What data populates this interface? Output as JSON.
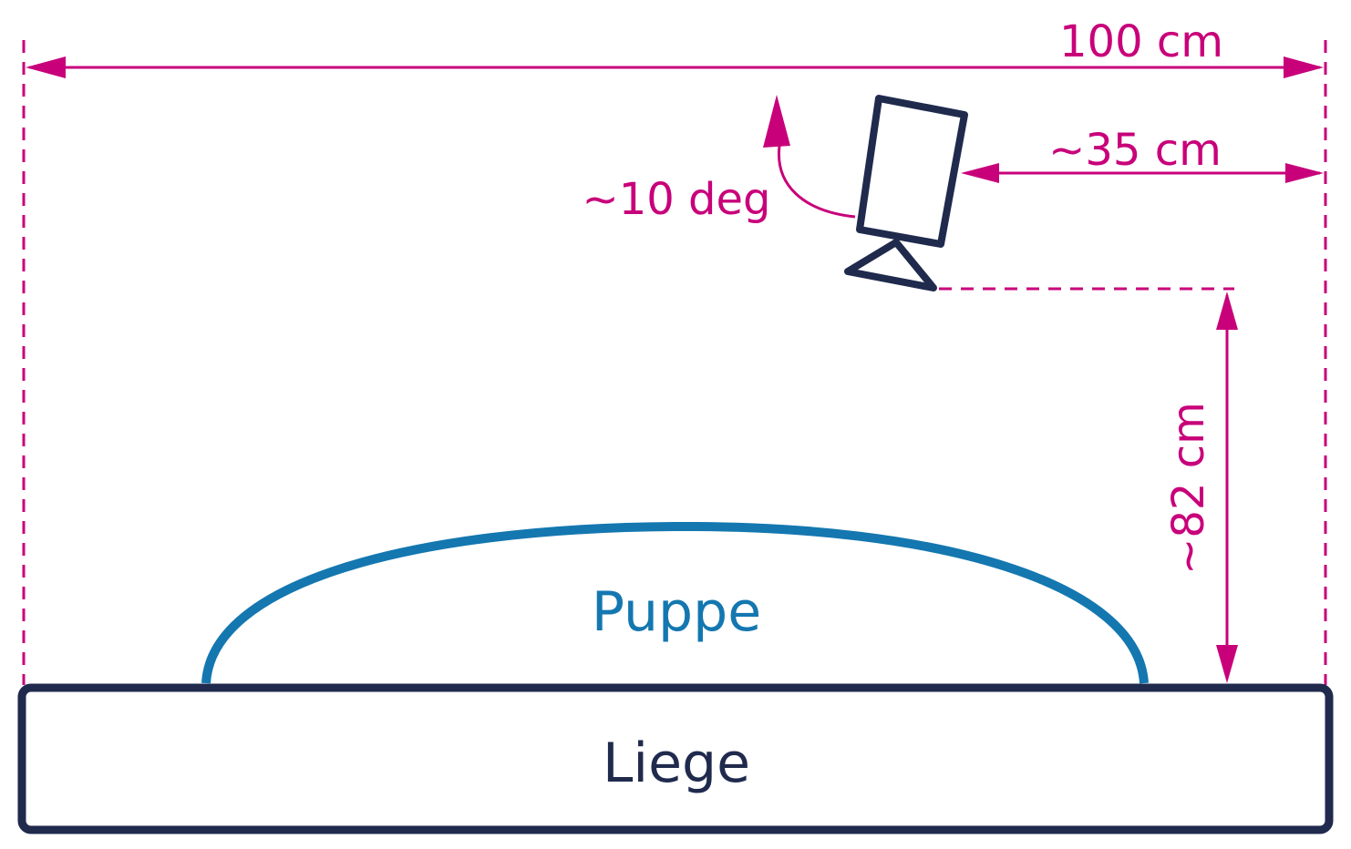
{
  "labels": {
    "total_width": "100 cm",
    "camera_offset": "~35 cm",
    "camera_height": "~82 cm",
    "camera_tilt": "~10 deg",
    "doll": "Puppe",
    "table": "Liege"
  },
  "colors": {
    "dimension": "#C8007A",
    "outline": "#1F2A4D",
    "doll": "#1477B0"
  }
}
